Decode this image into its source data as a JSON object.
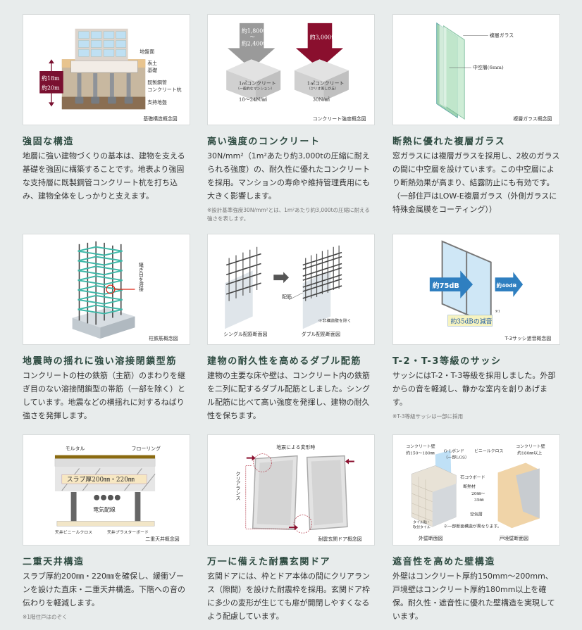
{
  "cards": [
    {
      "title": "強固な構造",
      "body": "地層に強い建物づくりの基本は、建物を支える基礎を強固に構築することです。地表より強固な支持層に既製鋼管コンクリート杭を打ち込み、建物全体をしっかりと支えます。",
      "caption": "基礎構造概念図",
      "labels": {
        "depth1": "約18m",
        "depth2": "約20m",
        "ground_surface": "地盤面",
        "topsoil": "表土",
        "foundation": "基礎",
        "pile1": "既製鋼管",
        "pile2": "コンクリート杭",
        "bearing": "支持地盤"
      }
    },
    {
      "title": "高い強度のコンクリート",
      "body": "30N/mm²（1m²あたり約3,000tの圧縮に耐えられる強度）の、耐久性に優れたコンクリートを採用。マンションの寿命や維持管理費用にも大きく影響します。",
      "note": "※設計基準強度30N/mm²とは、1m²あたり約3,000tの圧縮に耐える強さを表します。",
      "caption": "コンクリート強度概念図",
      "labels": {
        "gen_load1": "約1,800t",
        "gen_tilde": "〜",
        "gen_load2": "約2,400t",
        "gen_block": "1㎥コンクリート",
        "gen_sub": "（一般的なマンション）",
        "gen_strength": "18〜24N/㎟",
        "our_load": "約3,000t",
        "our_block": "1㎥コンクリート",
        "our_sub": "（クリオ美しが丘）",
        "our_strength": "30N/㎟"
      }
    },
    {
      "title": "断熱に優れた複層ガラス",
      "body": "窓ガラスには複層ガラスを採用し、2枚のガラスの間に中空層を設けています。この中空層により断熱効果が高まり、結露防止にも有効です。（一部住戸はLOW-E複層ガラス（外側ガラスに特殊金属膜をコーティング））",
      "caption": "複層ガラス概念図",
      "labels": {
        "glass": "複層ガラス",
        "air_layer": "中空層(6mm)"
      }
    },
    {
      "title": "地震時の揺れに強い溶接閉鎖型筋",
      "body": "コンクリートの柱の鉄筋（主筋）のまわりを継ぎ目のない溶接閉鎖型の帯筋（一部を除く）としています。地震などの横揺れに対するねばり強さを発揮します。",
      "caption": "柱鉄筋概念図",
      "labels": {
        "weld": "継ぎ目を溶接"
      }
    },
    {
      "title": "建物の耐久性を高めるダブル配筋",
      "body": "建物の主要な床や壁は、コンクリート内の鉄筋を二列に配するダブル配筋としました。シングル配筋に比べて高い強度を発揮し、建物の耐久性を保ちます。",
      "labels": {
        "rebar": "配筋",
        "exclude": "※非構造壁を除く",
        "single": "シングル配筋断面図",
        "double": "ダブル配筋断面図"
      }
    },
    {
      "title": "T-2・T-3等級のサッシ",
      "body": "サッシにはT-2・T-3等級を採用しました。外部からの音を軽減し、静かな室内を創りあげます。",
      "note": "※T-3等級サッシは一部に採用",
      "caption": "T-3サッシ遮音概念図",
      "labels": {
        "outside": "約75dB",
        "inside": "約40dB",
        "reduction": "約35dBの減音",
        "mark": "※1"
      }
    },
    {
      "title": "二重天井構造",
      "body": "スラブ厚約200㎜・220㎜を確保し、緩衝ゾーンを設けた直床・二重天井構造。下階への音の伝わりを軽減します。",
      "note": "※1階住戸はのぞく",
      "caption": "二重天井概念図",
      "labels": {
        "mortar": "モルタル",
        "flooring": "フローリング",
        "slab": "スラブ厚200㎜・220㎜",
        "wiring": "電気配線",
        "cloth": "天井ビニールクロス",
        "board": "天井プラスターボード"
      }
    },
    {
      "title": "万一に備えた耐震玄関ドア",
      "body": "玄関ドアには、枠とドア本体の間にクリアランス（隙間）を設けた耐震枠を採用。玄関ドア枠に多少の変形が生じても扉が開閉しやすくなるよう配慮しています。",
      "caption": "耐震玄関ドア概念図",
      "labels": {
        "deform": "地震による変形時",
        "clearance": "クリアランス"
      }
    },
    {
      "title": "遮音性を高めた壁構造",
      "body": "外壁はコンクリート厚約150mm〜200mm、戸境壁はコンクリート厚約180mm以上を確保。耐久性・遮音性に優れた壁構造を実現しています。",
      "labels": {
        "ext_wall": "コンクリート壁",
        "ext_thick": "約150〜180㎜",
        "gl": "G･Lボンド",
        "lgs": "（一部LGS）",
        "cloth": "ビニールクロス",
        "party_wall": "コンクリート壁",
        "party_thick": "約180㎜以上",
        "gypsum": "石コウボード",
        "insul": "断熱材",
        "insul_thick1": "20㎜〜",
        "insul_thick2": "35㎜",
        "air": "空気層",
        "tile1": "タイル貼・",
        "tile2": "吹付タイル",
        "remark": "※一部断面構造が異なります。",
        "ext_caption": "外壁断面図",
        "party_caption": "戸境壁断面図"
      }
    }
  ]
}
